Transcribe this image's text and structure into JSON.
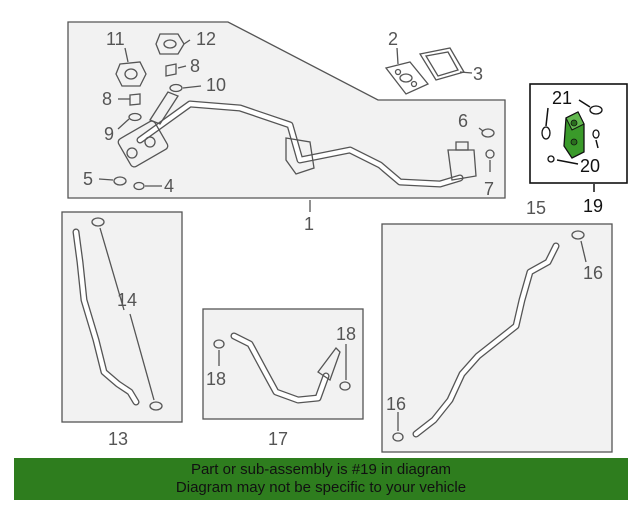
{
  "callouts": {
    "c1": "1",
    "c2": "2",
    "c3": "3",
    "c4": "4",
    "c5": "5",
    "c6": "6",
    "c7": "7",
    "c8a": "8",
    "c8b": "8",
    "c9": "9",
    "c10": "10",
    "c11": "11",
    "c12": "12",
    "c13": "13",
    "c14": "14",
    "c15": "15",
    "c16a": "16",
    "c16b": "16",
    "c17": "17",
    "c18a": "18",
    "c18b": "18",
    "c19": "19",
    "c20": "20",
    "c21": "21"
  },
  "banner": {
    "line1": "Part or sub-assembly is #19 in diagram",
    "line2": "Diagram may not be specific to your vehicle"
  },
  "colors": {
    "banner_bg": "#2e7d1e",
    "highlight_part": "#3a9a2a",
    "line": "#555555",
    "box_fill": "#f2f2f2"
  }
}
